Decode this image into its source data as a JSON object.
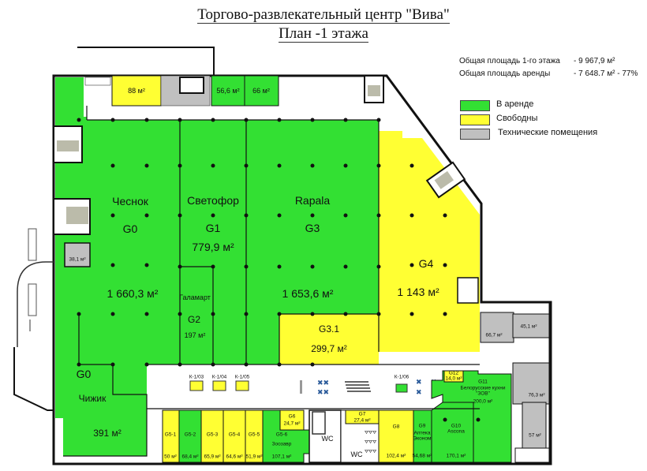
{
  "header": {
    "title": "Торгово-развлекательный центр \"Вива\"",
    "subtitle": "План -1 этажа"
  },
  "stats": {
    "total_area_label": "Общая площадь 1-го этажа",
    "total_area_value": "- 9 967,9 м²",
    "rent_area_label": "Общая площадь аренды",
    "rent_area_value": "- 7 648.7 м²  - 77%"
  },
  "legend": {
    "items": [
      {
        "label": "В аренде",
        "color": "#33e033"
      },
      {
        "label": "Свободны",
        "color": "#ffff33"
      },
      {
        "label": "Технические помещения",
        "color": "#c0c0c0"
      }
    ]
  },
  "colors": {
    "rented": "#33e033",
    "free": "#ffff33",
    "technical": "#c0c0c0",
    "wall": "#111111"
  },
  "rooms": {
    "top_88": {
      "area": "88 м²"
    },
    "top_566": {
      "area": "56,6 м²"
    },
    "top_66": {
      "area": "66 м²"
    },
    "g0": {
      "tenant": "Чеснок",
      "code": "G0",
      "area": "1 660,3 м²"
    },
    "g1": {
      "tenant": "Светофор",
      "code": "G1",
      "area": "779,9 м²"
    },
    "g2": {
      "tenant": "Галамарт",
      "code": "G2",
      "area": "197 м²"
    },
    "g3": {
      "tenant": "Rapala",
      "code": "G3",
      "area": "1 653,6 м²"
    },
    "g31": {
      "code": "G3.1",
      "area": "299,7 м²"
    },
    "g4": {
      "code": "G4",
      "area": "1 143 м²"
    },
    "g0b": {
      "code": "G0",
      "tenant": "Чижик",
      "area": "391 м²"
    },
    "tech_381": {
      "area": "38,1 м²"
    },
    "tech_451": {
      "area": "45,1 м²"
    },
    "tech_667": {
      "area": "66,7 м²"
    },
    "tech_763": {
      "area": "76,3 м²"
    },
    "tech_57": {
      "area": "57 м²"
    },
    "kiosks": [
      {
        "code": "К-1/03"
      },
      {
        "code": "К-1/04"
      },
      {
        "code": "К-1/05"
      },
      {
        "code": "К-1/06"
      }
    ],
    "g5": [
      {
        "code": "G5-1",
        "area": "50 м²"
      },
      {
        "code": "G5-2",
        "area": "68,4 м²"
      },
      {
        "code": "G5-3",
        "area": "65,9 м²"
      },
      {
        "code": "G5-4",
        "area": "64,6 м²"
      },
      {
        "code": "G5-5",
        "area": "51,9 м²"
      },
      {
        "code": "G5-6",
        "tenant": "Зоозавр",
        "area": "107,1 м²"
      }
    ],
    "g6": {
      "code": "G6",
      "area": "24,7 м²"
    },
    "g7": {
      "code": "G7",
      "area": "27,4 м²"
    },
    "g8": {
      "code": "G8",
      "area": "102,4 м²"
    },
    "g9": {
      "code": "G9",
      "tenant": "Аптека Эконом",
      "area": "54,68 м²"
    },
    "g10": {
      "code": "G10",
      "tenant": "Ascona",
      "area": "170,1 м²"
    },
    "g11": {
      "code": "G11",
      "tenant": "Белорусские кухни \"ЗОВ\"",
      "area": "200,0 м²"
    },
    "g12": {
      "code": "G12",
      "area": "14,0 м²"
    },
    "wc1": {
      "label": "WC"
    },
    "wc2": {
      "label": "WC"
    }
  }
}
